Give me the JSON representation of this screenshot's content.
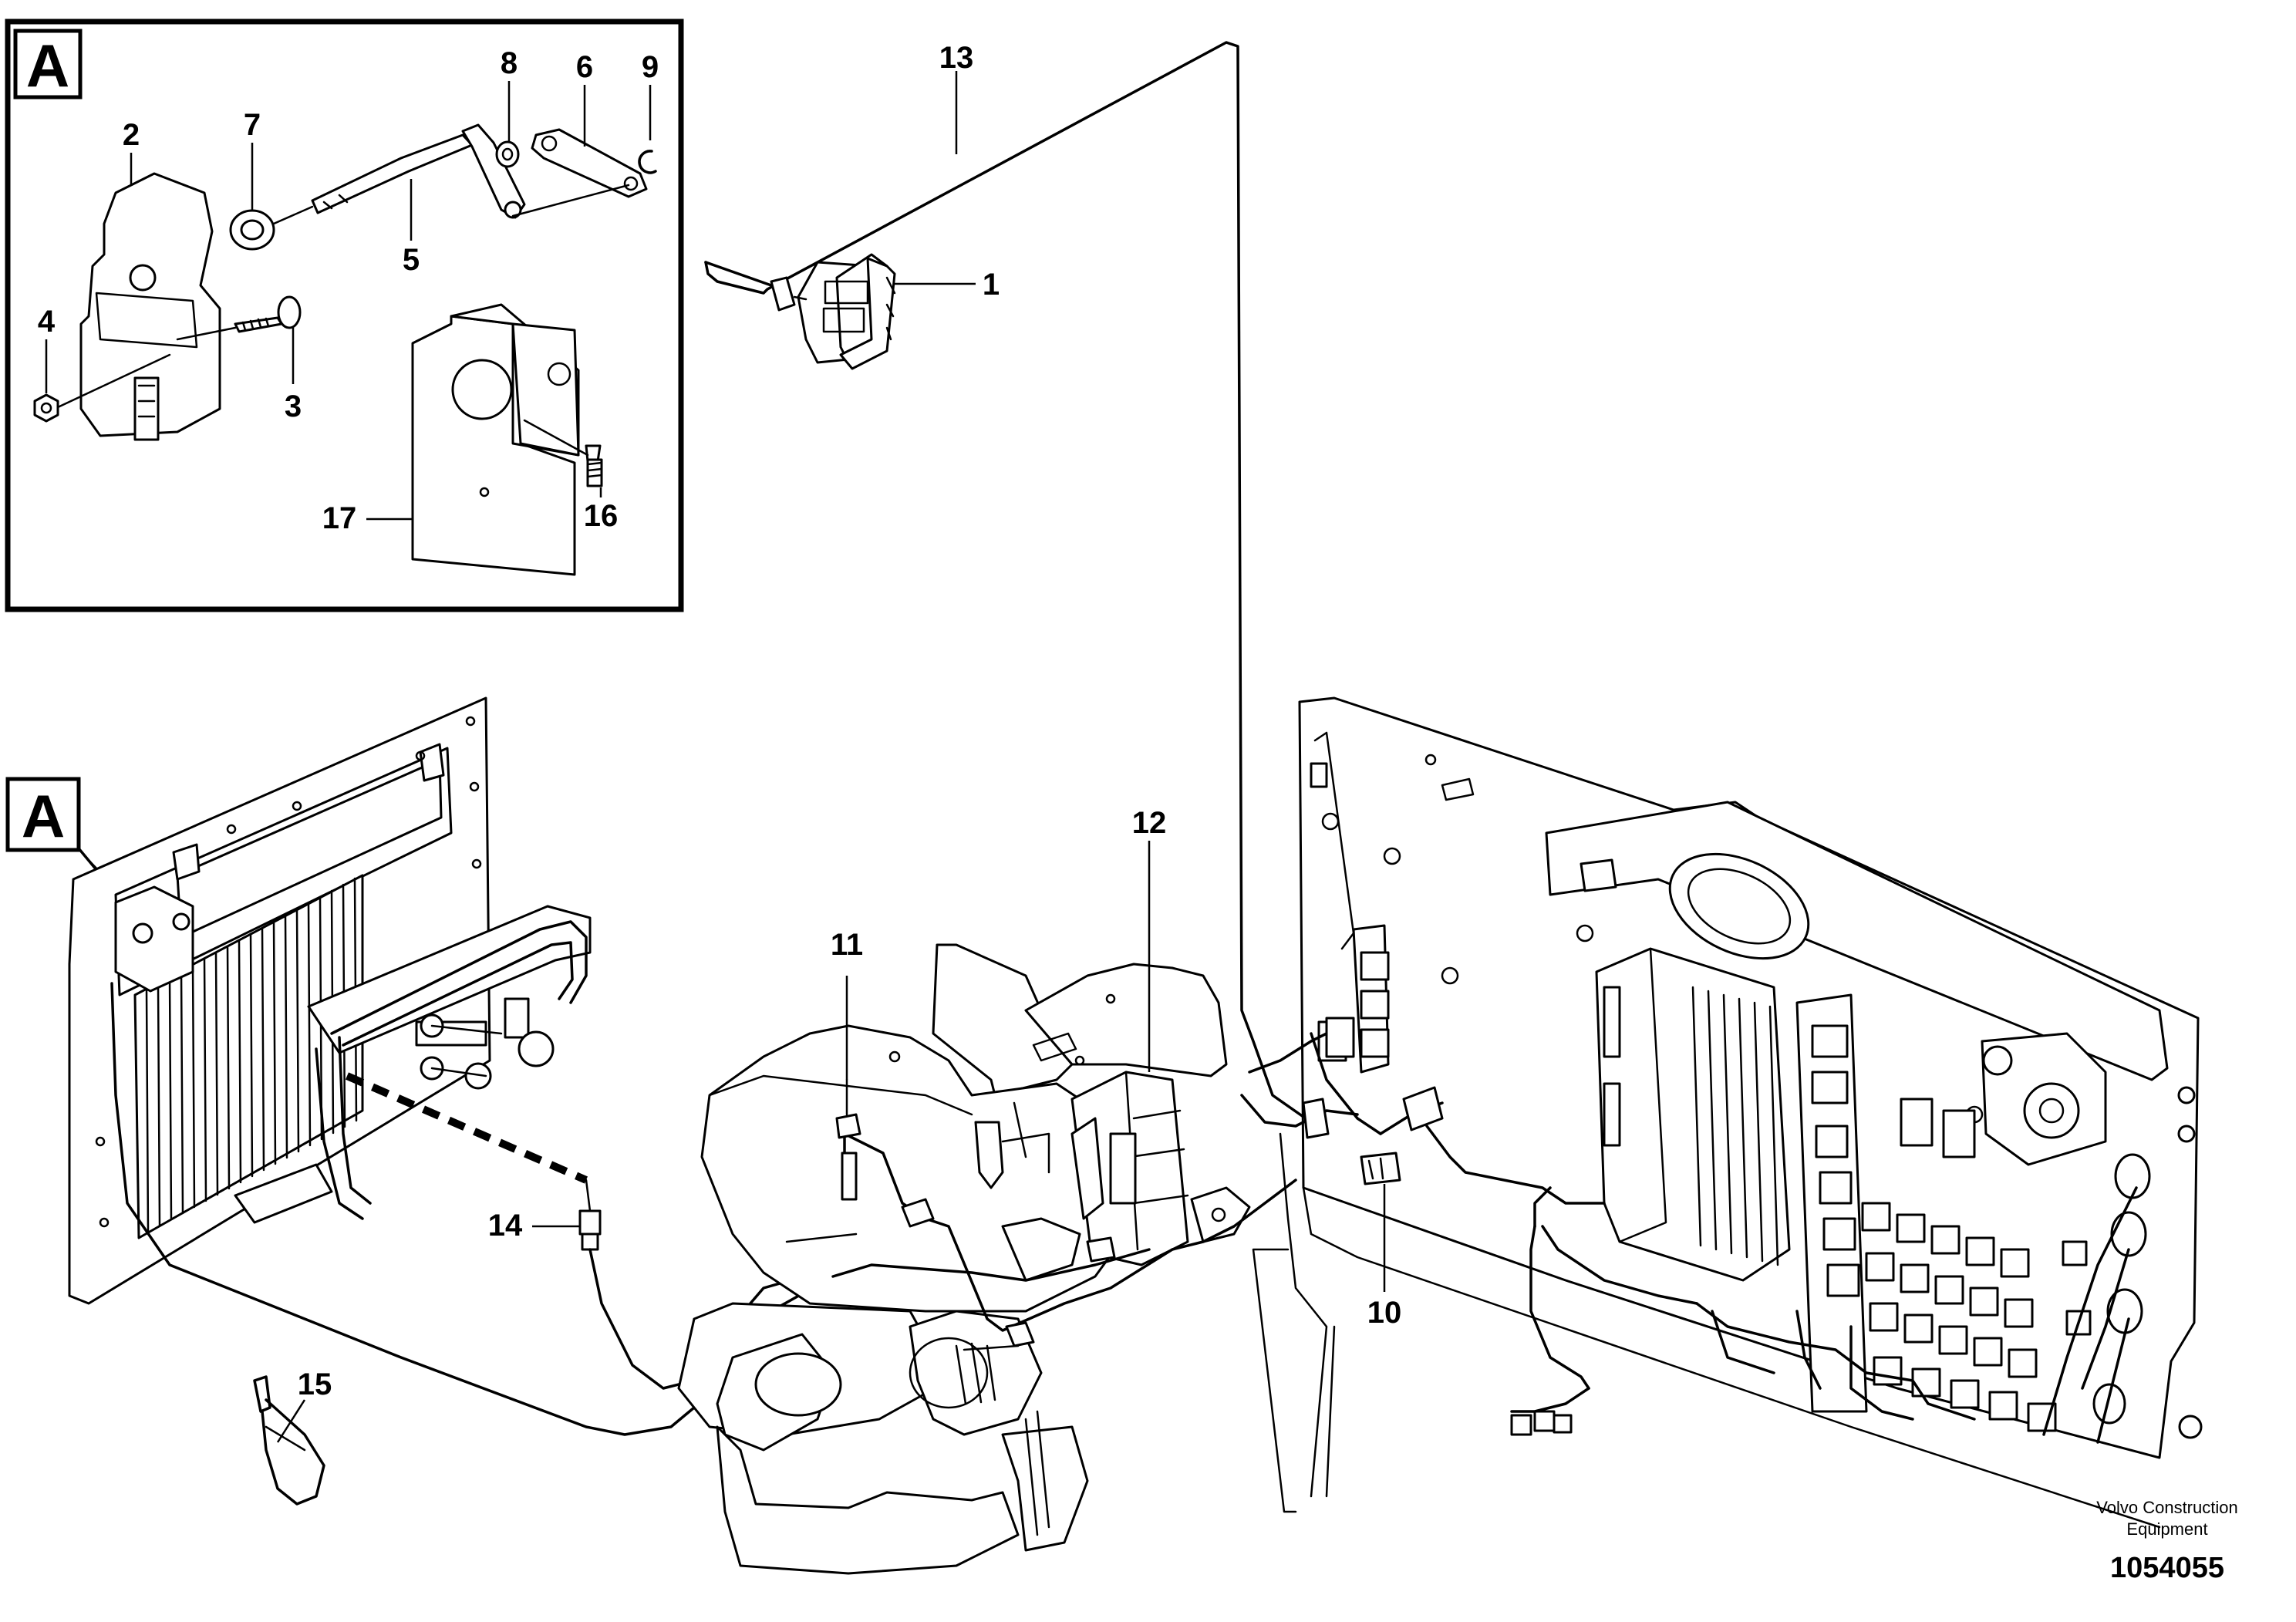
{
  "callouts": {
    "detail_letter": "A",
    "main_letter": "A",
    "n1": "1",
    "n2": "2",
    "n3": "3",
    "n4": "4",
    "n5": "5",
    "n6": "6",
    "n7": "7",
    "n8": "8",
    "n9": "9",
    "n10": "10",
    "n11": "11",
    "n12": "12",
    "n13": "13",
    "n14": "14",
    "n15": "15",
    "n16": "16",
    "n17": "17"
  },
  "footer": {
    "line1": "Volvo Construction",
    "line2": "Equipment",
    "number": "1054055"
  }
}
